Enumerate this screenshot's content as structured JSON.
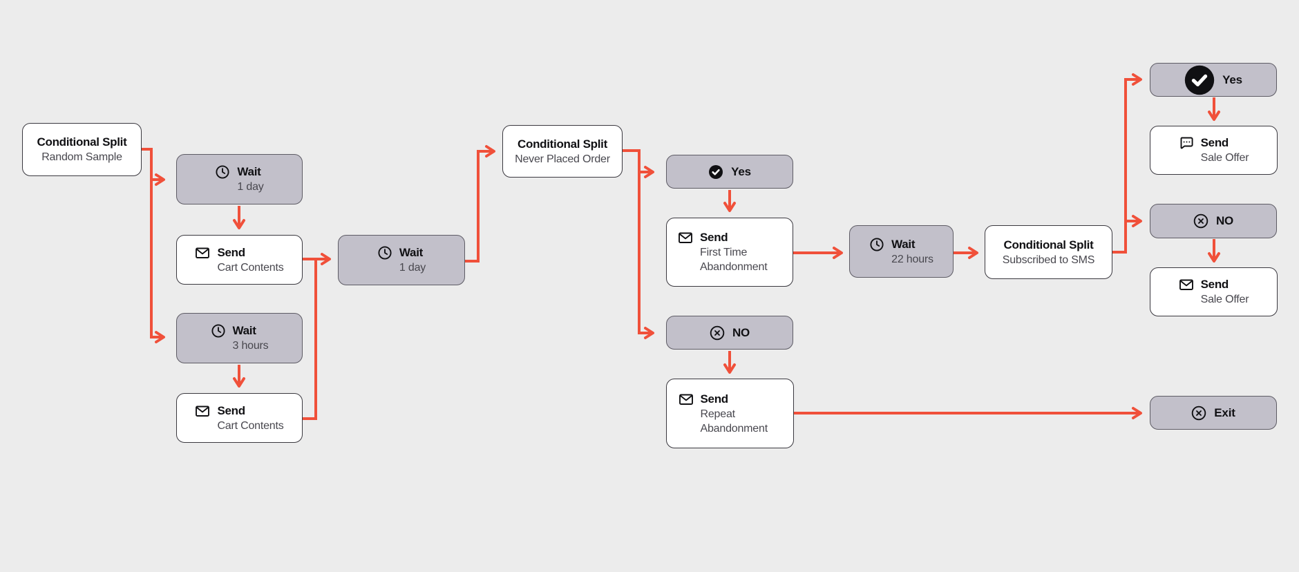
{
  "canvas": {
    "background_color": "#ececec",
    "arrow_color": "#f0503a",
    "node_white_color": "#ffffff",
    "node_gray_color": "#c2c0ca",
    "title_color": "#101013",
    "subtitle_color": "#48474e"
  },
  "nodes": {
    "cond_split_random": {
      "type": "conditional-split",
      "title": "Conditional Split",
      "subtitle": "Random Sample"
    },
    "wait_1day_a": {
      "type": "wait",
      "icon": "clock-icon",
      "title": "Wait",
      "subtitle": "1 day"
    },
    "send_cart_a": {
      "type": "send",
      "icon": "envelope-icon",
      "title": "Send",
      "subtitle": "Cart Contents"
    },
    "wait_3h": {
      "type": "wait",
      "icon": "clock-icon",
      "title": "Wait",
      "subtitle": "3 hours"
    },
    "send_cart_b": {
      "type": "send",
      "icon": "envelope-icon",
      "title": "Send",
      "subtitle": "Cart Contents"
    },
    "wait_1day_b": {
      "type": "wait",
      "icon": "clock-icon",
      "title": "Wait",
      "subtitle": "1 day"
    },
    "cond_split_never": {
      "type": "conditional-split",
      "title": "Conditional Split",
      "subtitle": "Never Placed Order"
    },
    "yes_mid": {
      "type": "branch-yes",
      "icon": "check-circle-icon",
      "label": "Yes"
    },
    "send_first_time": {
      "type": "send",
      "icon": "envelope-icon",
      "title": "Send",
      "subtitle": "First Time Abandonment"
    },
    "no_mid": {
      "type": "branch-no",
      "icon": "x-circle-icon",
      "label": "NO"
    },
    "send_repeat": {
      "type": "send",
      "icon": "envelope-icon",
      "title": "Send",
      "subtitle": "Repeat Abandonment"
    },
    "wait_22h": {
      "type": "wait",
      "icon": "clock-icon",
      "title": "Wait",
      "subtitle": "22 hours"
    },
    "cond_split_sms": {
      "type": "conditional-split",
      "title": "Conditional Split",
      "subtitle": "Subscribed to SMS"
    },
    "yes_right": {
      "type": "branch-yes",
      "icon": "check-circle-icon",
      "label": "Yes"
    },
    "send_sale_sms": {
      "type": "send",
      "icon": "sms-bubble-icon",
      "title": "Send",
      "subtitle": "Sale Offer"
    },
    "no_right": {
      "type": "branch-no",
      "icon": "x-circle-icon",
      "label": "NO"
    },
    "send_sale_email": {
      "type": "send",
      "icon": "envelope-icon",
      "title": "Send",
      "subtitle": "Sale Offer"
    },
    "exit": {
      "type": "exit",
      "icon": "x-circle-icon",
      "label": "Exit"
    }
  },
  "edges": [
    {
      "from": "cond_split_random",
      "to": "wait_1day_a"
    },
    {
      "from": "cond_split_random",
      "to": "wait_3h"
    },
    {
      "from": "wait_1day_a",
      "to": "send_cart_a"
    },
    {
      "from": "wait_3h",
      "to": "send_cart_b"
    },
    {
      "from": "send_cart_a",
      "to": "wait_1day_b"
    },
    {
      "from": "send_cart_b",
      "to": "wait_1day_b"
    },
    {
      "from": "wait_1day_b",
      "to": "cond_split_never"
    },
    {
      "from": "cond_split_never",
      "to": "yes_mid"
    },
    {
      "from": "cond_split_never",
      "to": "no_mid"
    },
    {
      "from": "yes_mid",
      "to": "send_first_time"
    },
    {
      "from": "send_first_time",
      "to": "wait_22h"
    },
    {
      "from": "wait_22h",
      "to": "cond_split_sms"
    },
    {
      "from": "cond_split_sms",
      "to": "yes_right"
    },
    {
      "from": "cond_split_sms",
      "to": "no_right"
    },
    {
      "from": "yes_right",
      "to": "send_sale_sms"
    },
    {
      "from": "no_right",
      "to": "send_sale_email"
    },
    {
      "from": "no_mid",
      "to": "send_repeat"
    },
    {
      "from": "send_repeat",
      "to": "exit"
    }
  ]
}
